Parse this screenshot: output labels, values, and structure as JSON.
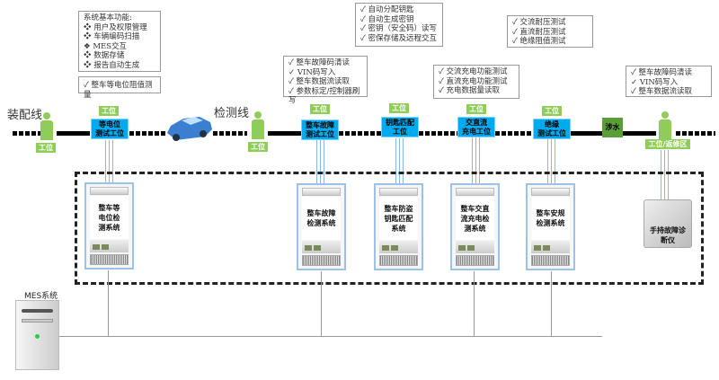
{
  "lines": {
    "assembly": "装配线",
    "inspection": "检测线"
  },
  "info_boxes": {
    "basic": {
      "title": "系统基本功能:",
      "items": [
        "用户及权限管理",
        "车辆编码扫描",
        "MES交互",
        "数据存储",
        "报告自动生成"
      ]
    },
    "equipotential": [
      "整车等电位阻值测量"
    ],
    "fault": [
      "整车故障码清读",
      "VIN码写入",
      "整车数据流读取",
      "参数标定/控制器刷写"
    ],
    "key": [
      "自动分配钥匙",
      "自动生成密钥",
      "密钥（安全码）读写",
      "密保存储及远程交互"
    ],
    "charging": [
      "交流充电功能测试",
      "直流充电功能测试",
      "充电数据量读取"
    ],
    "insulation": [
      "交流耐压测试",
      "直流耐压测试",
      "绝缘阻值测试"
    ],
    "repair": [
      "整车故障码清读",
      "VIN码写入",
      "整车数据流读取"
    ]
  },
  "workstation_label": "工位",
  "repair_label": "工位/返修区",
  "stations": [
    "等电位\n测试工位",
    "整车故障\n测试工位",
    "钥匙匹配\n工位",
    "交直流\n充电工位",
    "绝缘\n测试工位"
  ],
  "water": "涉水",
  "systems": [
    "整车等电位检测系统",
    "整车故障检测系统",
    "整车防盗钥匙匹配系统",
    "整车交直流充电检测系统",
    "整车安规检测系统"
  ],
  "handheld": "手持故障诊断仪",
  "mes": "MES系统",
  "colors": {
    "station": "#00aaee",
    "workstation": "#8fcc5a",
    "water": "#5a9e3a"
  }
}
